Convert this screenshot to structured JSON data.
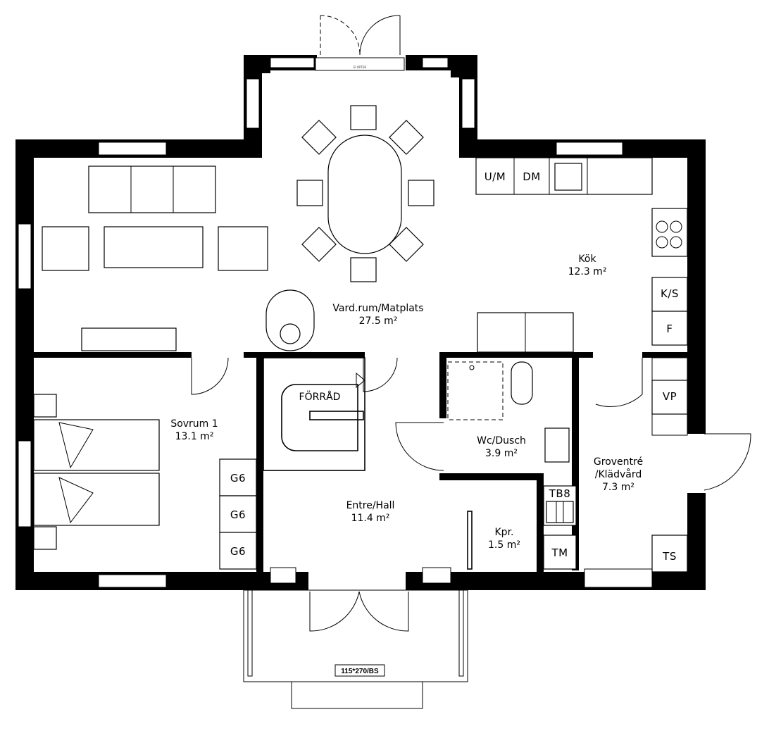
{
  "rooms": {
    "living": {
      "name": "Vard.rum/Matplats",
      "area": "27.5 m²"
    },
    "kitchen": {
      "name": "Kök",
      "area": "12.3 m²"
    },
    "bedroom": {
      "name": "Sovrum 1",
      "area": "13.1 m²"
    },
    "storage": {
      "name": "FÖRRÅD"
    },
    "wc": {
      "name": "Wc/Dusch",
      "area": "3.9 m²"
    },
    "utility_line1": "Groventré",
    "utility_line2": "/Klädvård",
    "utility_area": "7.3 m²",
    "hall": {
      "name": "Entre/Hall",
      "area": "11.4 m²"
    },
    "closet": {
      "name": "Kpr.",
      "area": "1.5 m²"
    }
  },
  "appliances": {
    "um": "U/M",
    "dm": "DM",
    "ks": "K/S",
    "f": "F",
    "vp": "VP",
    "g6_1": "G6",
    "g6_2": "G6",
    "g6_3": "G6",
    "tb8": "TB8",
    "tm": "TM",
    "ts": "TS"
  },
  "door_tag": "115*270/BS",
  "window_tag": "EI OPTER"
}
